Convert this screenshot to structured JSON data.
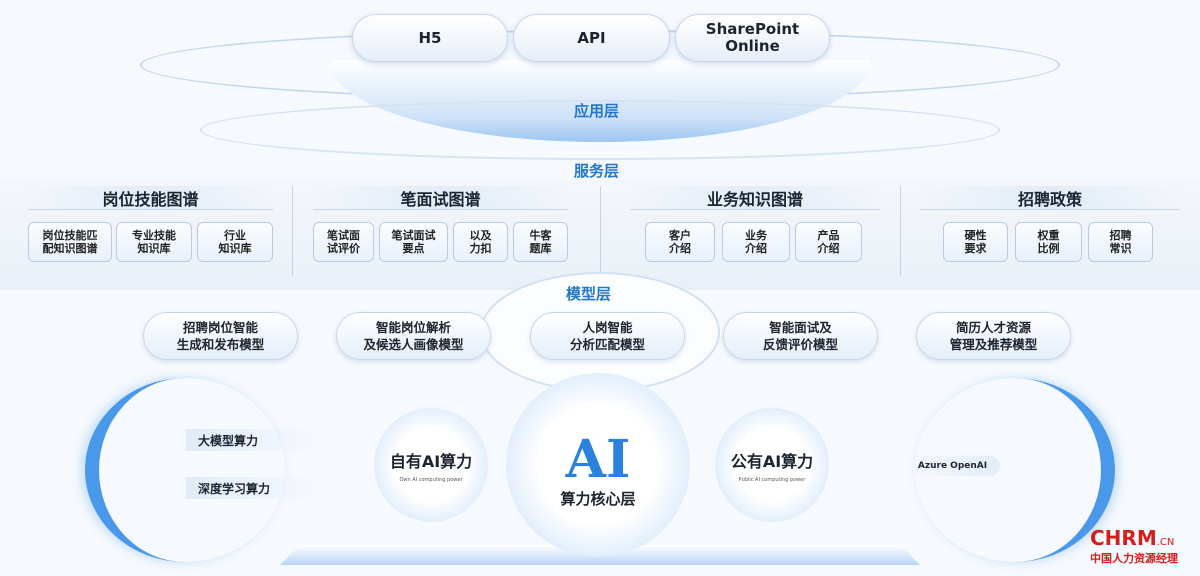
{
  "application_layer": {
    "title": "应用层",
    "items": [
      "H5",
      "API",
      "SharePoint Online"
    ]
  },
  "service_layer": {
    "title": "服务层",
    "groups": [
      {
        "title": "岗位技能图谱",
        "items": [
          "岗位技能匹\n配知识图谱",
          "专业技能\n知识库",
          "行业\n知识库"
        ]
      },
      {
        "title": "笔面试图谱",
        "items": [
          "笔试面\n试评价",
          "笔试面试\n要点",
          "以及\n力扣",
          "牛客\n题库"
        ]
      },
      {
        "title": "业务知识图谱",
        "items": [
          "客户\n介绍",
          "业务\n介绍",
          "产品\n介绍"
        ]
      },
      {
        "title": "招聘政策",
        "items": [
          "硬性\n要求",
          "权重\n比例",
          "招聘\n常识"
        ]
      }
    ]
  },
  "model_layer": {
    "title": "模型层",
    "items": [
      "招聘岗位智能\n生成和发布模型",
      "智能岗位解析\n及候选人画像模型",
      "人岗智能\n分析匹配模型",
      "智能面试及\n反馈评价模型",
      "简历人才资源\n管理及推荐模型"
    ]
  },
  "compute_layer": {
    "left_labels": [
      "大模型算力",
      "深度学习算力"
    ],
    "own": {
      "title": "自有AI算力",
      "subtitle": "Own AI computing power"
    },
    "core": {
      "ai": "AI",
      "title": "算力核心层"
    },
    "public": {
      "title": "公有AI算力",
      "subtitle": "Public AI computing power"
    },
    "right_label": "Azure OpenAI"
  },
  "logo": {
    "brand": "CHRM",
    "suffix": ".CN",
    "tagline": "中国人力资源经理"
  },
  "colors": {
    "accent": "#2277cc",
    "logo_red": "#d4201c"
  }
}
